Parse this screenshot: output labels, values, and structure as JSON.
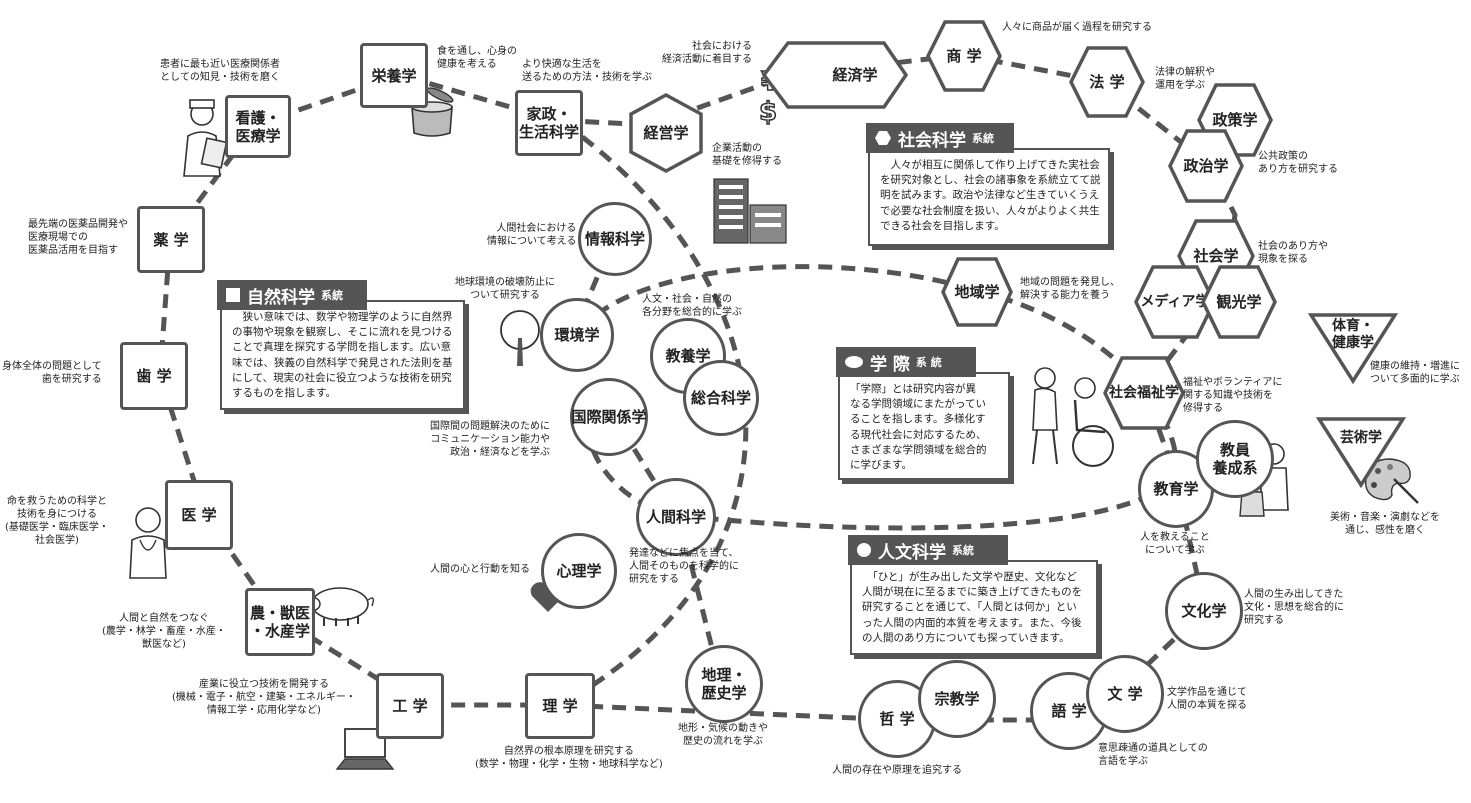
{
  "categories": {
    "natural": {
      "title": "自然科学",
      "suffix": "系統",
      "desc": "　狭い意味では、数学や物理学のように自然界\nの事物や現象を観察し、そこに流れを見つける\nことで真理を探究する学問を指します。広い意\n味では、狭義の自然科学で発見された法則を基\nにして、現実の社会に役立つような技術を研究\nするものを指します。"
    },
    "social": {
      "title": "社会科学",
      "suffix": "系統",
      "desc": "　人々が相互に関係して作り上げてきた実社会\nを研究対象とし、社会の諸事象を系統立てて説\n明を試みます。政治や法律など生きていくうえ\nで必要な社会制度を扱い、人々がよりよく共生\nできる社会を目指します。"
    },
    "interdisciplinary": {
      "title": "学 際",
      "suffix": "系 統",
      "desc": "「学際」とは研究内容が異\nなる学問領域にまたがってい\nることを指します。多様化す\nる現代社会に対応するため、\nさまざまな学問領域を総合的\nに学びます。"
    },
    "humanities": {
      "title": "人文科学",
      "suffix": "系統",
      "desc": "　「ひと」が生み出した文学や歴史、文化など\n人間が現在に至るまでに築き上げてきたものを\n研究することを通じて、「人間とは何か」とい\nった人間の内面的本質を考えます。また、今後\nの人間のあり方についても探っていきます。"
    }
  },
  "squares": {
    "nursing": "看護・\n医療学",
    "nutrition": "栄養学",
    "homeec": "家政・\n生活科学",
    "pharmacy": "薬 学",
    "dentistry": "歯 学",
    "medicine": "医 学",
    "agriculture": "農・獣医\n・水産学",
    "engineering": "工 学",
    "science": "理 学"
  },
  "circles": {
    "info": "情報科学",
    "env": "環境学",
    "liberal": "教養学",
    "general": "総合科学",
    "intl": "国際関係学",
    "human": "人間科学",
    "psych": "心理学",
    "geo": "地理・\n歴史学",
    "philosophy": "哲 学",
    "religion": "宗教学",
    "linguistics": "語 学",
    "literature": "文 学",
    "culture": "文化学",
    "education": "教育学",
    "teacher": "教員\n養成系"
  },
  "hexes": {
    "management": "経営学",
    "economics": "経済学",
    "commerce": "商 学",
    "law": "法 学",
    "policy": "政策学",
    "politics": "政治学",
    "sociology": "社会学",
    "media": "メディア学",
    "tourism": "観光学",
    "regional": "地域学",
    "welfare": "社会福祉学"
  },
  "triangles": {
    "pe": "体育・\n健康学",
    "arts": "芸術学"
  },
  "notes": {
    "nursing": "患者に最も近い医療関係者\nとしての知見・技術を磨く",
    "nutrition": "食を通し、心身の\n健康を考える",
    "homeec": "より快適な生活を\n送るための方法・技術を学ぶ",
    "economics": "社会における\n経済活動に着目する",
    "commerce": "人々に商品が届く過程を研究する",
    "law": "法律の解釈や\n運用を学ぶ",
    "policy": "公共政策の\nあり方を研究する",
    "management": "企業活動の\n基礎を修得する",
    "pharmacy": "最先端の医薬品開発や\n医療現場での\n医薬品活用を目指す",
    "info": "人間社会における\n情報について考える",
    "env": "地球環境の破壊防止に\nついて研究する",
    "liberal": "人文・社会・自然の\n各分野を総合的に学ぶ",
    "regional": "地域の問題を発見し、\n解決する能力を養う",
    "sociology": "社会のあり方や\n現象を探る",
    "pe": "健康の維持・増進に\nついて多面的に学ぶ",
    "dentistry": "身体全体の問題として\n歯を研究する",
    "welfare": "福祉やボランティアに\n関する知識や技術を\n修得する",
    "intl": "国際間の問題解決のために\nコミュニケーション能力や\n政治・経済などを学ぶ",
    "medicine": "命を救うための科学と\n技術を身につける\n(基礎医学・臨床医学・\n社会医学)",
    "arts": "美術・音楽・演劇などを\n通じ、感性を磨く",
    "human": "発達などに焦点を当て、\n人間そのものを科学的に\n研究をする",
    "psych": "人間の心と行動を知る",
    "education": "人を教えること\nについて学ぶ",
    "culture": "人間の生み出してきた\n文化・思想を総合的に\n研究する",
    "agriculture": "人間と自然をつなぐ\n(農学・林学・畜産・水産・\n獣医など)",
    "engineering": "産業に役立つ技術を開発する\n(機械・電子・航空・建築・エネルギー・\n情報工学・応用化学など)",
    "literature": "文学作品を通じて\n人間の本質を探る",
    "geo": "地形・気候の動きや\n歴史の流れを学ぶ",
    "science": "自然界の根本原理を研究する\n(数学・物理・化学・生物・地球科学など)",
    "philosophy": "人間の存在や原理を追究する",
    "linguistics": "意思疎通の道具としての\n言語を学ぶ"
  }
}
